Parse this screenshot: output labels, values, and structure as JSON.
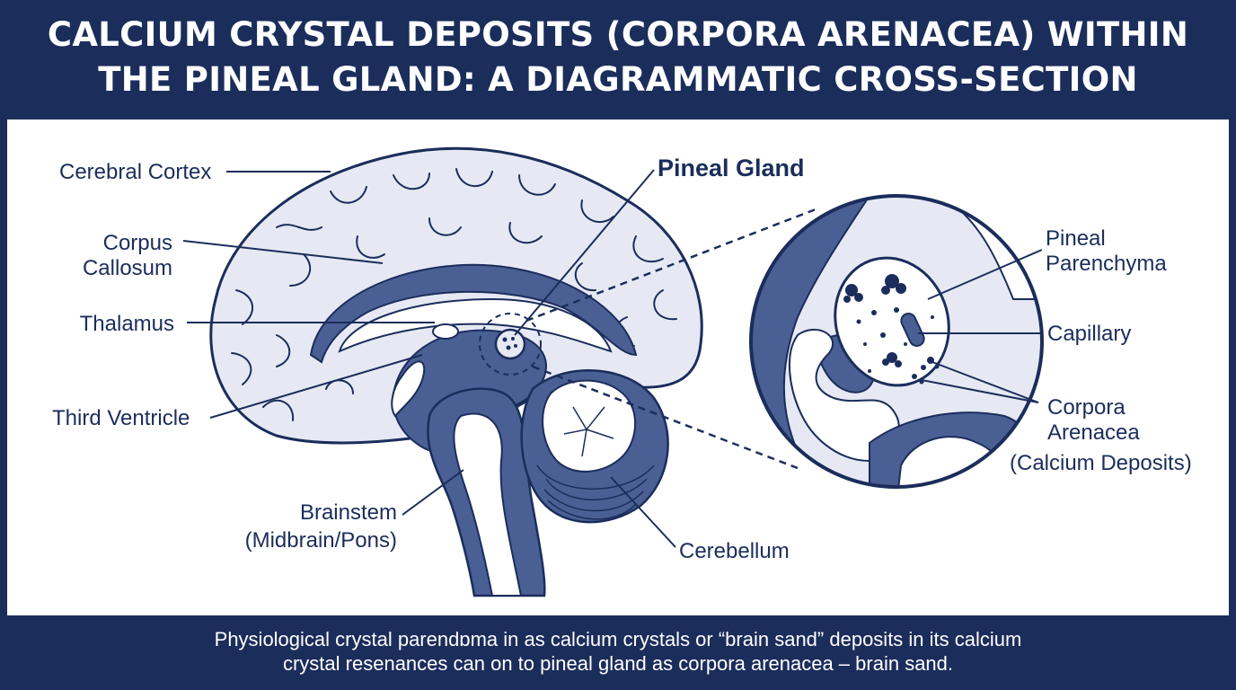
{
  "title": {
    "line1": "CALCIUM CRYSTAL DEPOSITS (CORPORA ARENACEA) WITHIN",
    "line2": "THE PINEAL GLAND: A DIAGRAMMATIC CROSS-SECTION"
  },
  "labels": {
    "cerebral_cortex": "Cerebral Cortex",
    "corpus_callosum_1": "Corpus",
    "corpus_callosum_2": "Callosum",
    "thalamus": "Thalamus",
    "third_ventricle": "Third Ventricle",
    "brainstem_1": "Brainstem",
    "brainstem_2": "(Midbrain/Pons)",
    "pineal_gland": "Pineal Gland",
    "cerebellum": "Cerebellum",
    "pineal_parenchyma_1": "Pineal",
    "pineal_parenchyma_2": "Parenchyma",
    "capillary": "Capillary",
    "corpora_arenacea_1": "Corpora",
    "corpora_arenacea_2": "Arenacea",
    "corpora_arenacea_3": "(Calcium Deposits)"
  },
  "caption": {
    "line1": "Physiological crystal parendɒma in as calcium crystals or “brain sand” deposits in its calcium",
    "line2": "crystal resenances can on to pineal gland as corpora arenacea – brain sand."
  },
  "colors": {
    "navy": "#1b2d5b",
    "mid_blue": "#4a5f93",
    "light_fill": "#e6e9f3",
    "white": "#ffffff"
  }
}
